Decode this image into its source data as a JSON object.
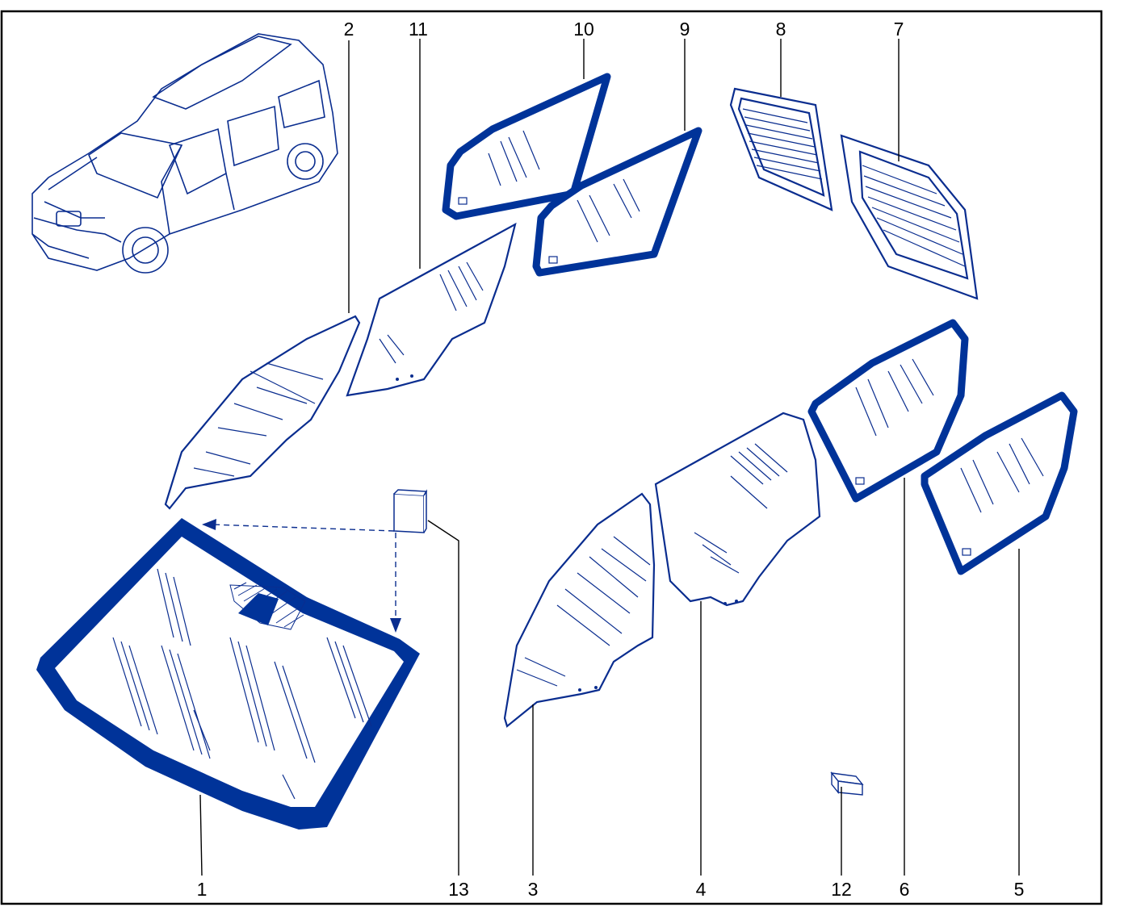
{
  "colors": {
    "part_outline": "#0a2d8f",
    "seal_fill": "#003399",
    "leader": "#000000",
    "frame": "#000000"
  },
  "callouts": [
    {
      "id": "1",
      "label": "1"
    },
    {
      "id": "2",
      "label": "2"
    },
    {
      "id": "3",
      "label": "3"
    },
    {
      "id": "4",
      "label": "4"
    },
    {
      "id": "5",
      "label": "5"
    },
    {
      "id": "6",
      "label": "6"
    },
    {
      "id": "7",
      "label": "7"
    },
    {
      "id": "8",
      "label": "8"
    },
    {
      "id": "9",
      "label": "9"
    },
    {
      "id": "10",
      "label": "10"
    },
    {
      "id": "11",
      "label": "11"
    },
    {
      "id": "12",
      "label": "12"
    },
    {
      "id": "13",
      "label": "13"
    }
  ]
}
